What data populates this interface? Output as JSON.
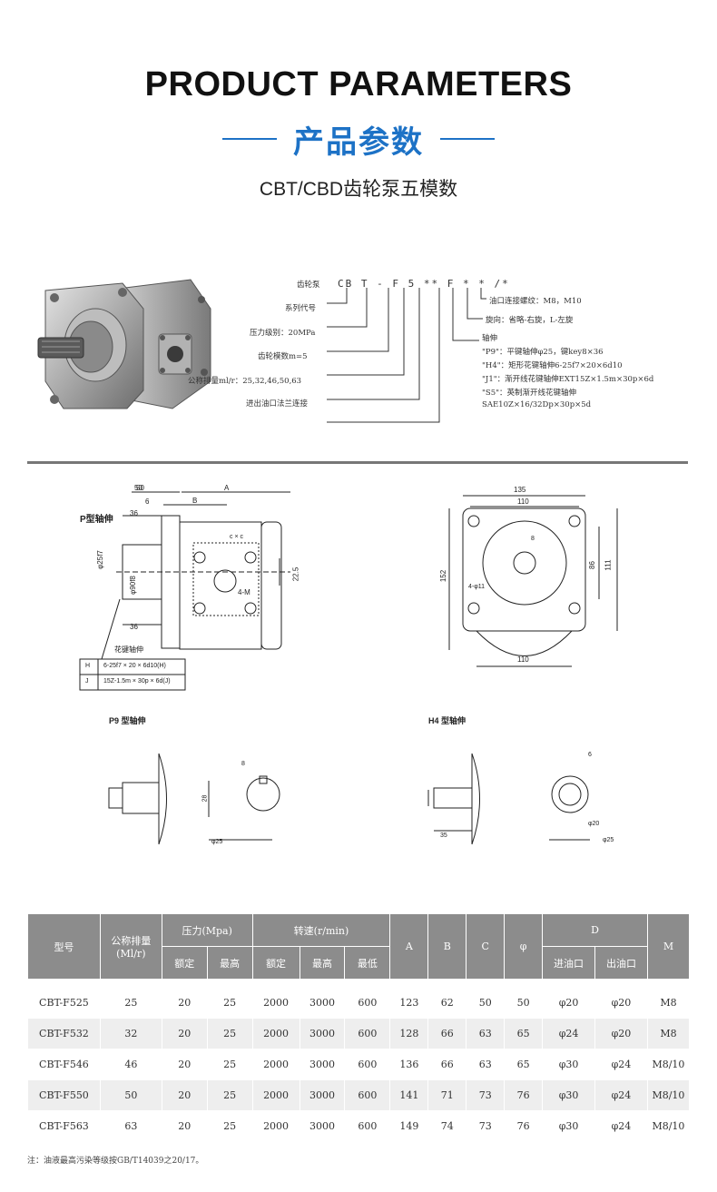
{
  "header": {
    "title_en": "PRODUCT PARAMETERS",
    "title_cn": "产品参数",
    "subtitle": "CBT/CBD齿轮泵五模数"
  },
  "model_code": {
    "letters": "CB T - F 5 ** F * * /*",
    "left_labels": [
      "齿轮泵",
      "系列代号",
      "压力级别：20MPa",
      "齿轮模数m=5",
      "公称排量ml/r：25,32,46,50,63",
      "进出油口法兰连接"
    ],
    "right_labels": [
      "油口连接螺纹：M8，M10",
      "旋向：省略-右旋，L-左旋",
      "轴伸",
      "\"P9\"：平键轴伸φ25，键key8×36",
      "\"H4\"：矩形花键轴伸6-25f7×20×6d10",
      "\"J1\"：渐开线花键轴伸EXT15Z×1.5m×30p×6d",
      "\"S5\"：英制渐开线花键轴伸",
      "SAE10Z×16/32Dp×30p×5d"
    ]
  },
  "drawing": {
    "side_view": {
      "label_shaft": "P型轴伸",
      "dims": [
        "50",
        "A",
        "B",
        "6",
        "36",
        "φ25f7",
        "φ90f8",
        "36",
        "c × c",
        "22.5",
        "4-M"
      ],
      "spline_title": "花键轴伸",
      "spline_rows": [
        {
          "key": "H",
          "value": "6-25f7 × 20 × 6d10(H)"
        },
        {
          "key": "J",
          "value": "15Z-1.5m × 30p × 6d(J)"
        }
      ]
    },
    "front_view": {
      "dims": [
        "135",
        "110",
        "8",
        "86",
        "111",
        "152",
        "4-φ11",
        "110"
      ]
    },
    "p9": {
      "caption": "P9 型轴伸",
      "dims": [
        "8",
        "28",
        "φ25"
      ]
    },
    "h4": {
      "caption": "H4 型轴伸",
      "dims": [
        "6",
        "35",
        "φ20",
        "φ25"
      ]
    }
  },
  "table": {
    "headers": {
      "model": "型号",
      "disp": "公称排量",
      "disp_unit": "(Ml/r)",
      "pressure": "压力(Mpa)",
      "speed": "转速(r/min)",
      "A": "A",
      "B": "B",
      "C": "C",
      "phi": "φ",
      "D": "D",
      "M": "M",
      "rated": "额定",
      "max": "最高",
      "rated2": "额定",
      "max2": "最高",
      "min": "最低",
      "in": "进油口",
      "out": "出油口"
    },
    "rows": [
      {
        "model": "CBT-F525",
        "disp": "25",
        "p_rated": "20",
        "p_max": "25",
        "s_rated": "2000",
        "s_max": "3000",
        "s_min": "600",
        "A": "123",
        "B": "62",
        "C": "50",
        "phi": "50",
        "in": "φ20",
        "out": "φ20",
        "M": "M8"
      },
      {
        "model": "CBT-F532",
        "disp": "32",
        "p_rated": "20",
        "p_max": "25",
        "s_rated": "2000",
        "s_max": "3000",
        "s_min": "600",
        "A": "128",
        "B": "66",
        "C": "63",
        "phi": "65",
        "in": "φ24",
        "out": "φ20",
        "M": "M8"
      },
      {
        "model": "CBT-F546",
        "disp": "46",
        "p_rated": "20",
        "p_max": "25",
        "s_rated": "2000",
        "s_max": "3000",
        "s_min": "600",
        "A": "136",
        "B": "66",
        "C": "63",
        "phi": "65",
        "in": "φ30",
        "out": "φ24",
        "M": "M8/10"
      },
      {
        "model": "CBT-F550",
        "disp": "50",
        "p_rated": "20",
        "p_max": "25",
        "s_rated": "2000",
        "s_max": "3000",
        "s_min": "600",
        "A": "141",
        "B": "71",
        "C": "73",
        "phi": "76",
        "in": "φ30",
        "out": "φ24",
        "M": "M8/10"
      },
      {
        "model": "CBT-F563",
        "disp": "63",
        "p_rated": "20",
        "p_max": "25",
        "s_rated": "2000",
        "s_max": "3000",
        "s_min": "600",
        "A": "149",
        "B": "74",
        "C": "73",
        "phi": "76",
        "in": "φ30",
        "out": "φ24",
        "M": "M8/10"
      }
    ]
  },
  "note": "注：油液最高污染等级按GB/T14039之20/17。",
  "colors": {
    "accent": "#1d72c6",
    "table_header": "#8c8c8c",
    "row_alt": "#eeeeee",
    "divider": "#777777"
  }
}
